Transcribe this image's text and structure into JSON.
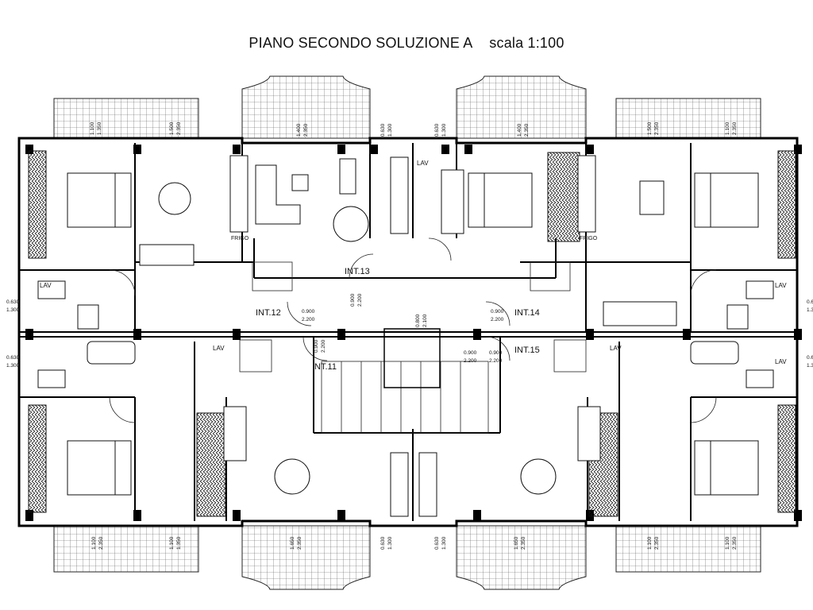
{
  "title": "PIANO SECONDO SOLUZIONE A",
  "scale": "scala 1:100",
  "units": [
    {
      "id": "int11",
      "label": "INT.11"
    },
    {
      "id": "int12",
      "label": "INT.12"
    },
    {
      "id": "int13",
      "label": "INT.13"
    },
    {
      "id": "int14",
      "label": "INT.14"
    },
    {
      "id": "int15",
      "label": "INT.15"
    }
  ],
  "room_labels": {
    "lav": "LAV",
    "frigo": "FRIGO"
  },
  "dimensions": {
    "d_0630_1300": [
      "0.630",
      "1.300"
    ],
    "d_1500_2350": [
      "1.500",
      "2.350"
    ],
    "d_1100_1350": [
      "1.100",
      "1.350"
    ],
    "d_1400_2350": [
      "1.400",
      "2.350"
    ],
    "d_0900_2200": [
      "0.900",
      "2.200"
    ],
    "d_0800_2100": [
      "0.800",
      "2.100"
    ],
    "d_1650_2350": [
      "1.650",
      "2.350"
    ],
    "d_1100_2350": [
      "1.100",
      "2.350"
    ]
  },
  "colors": {
    "wall": "#000000",
    "line": "#222222",
    "tile": "#555555"
  }
}
